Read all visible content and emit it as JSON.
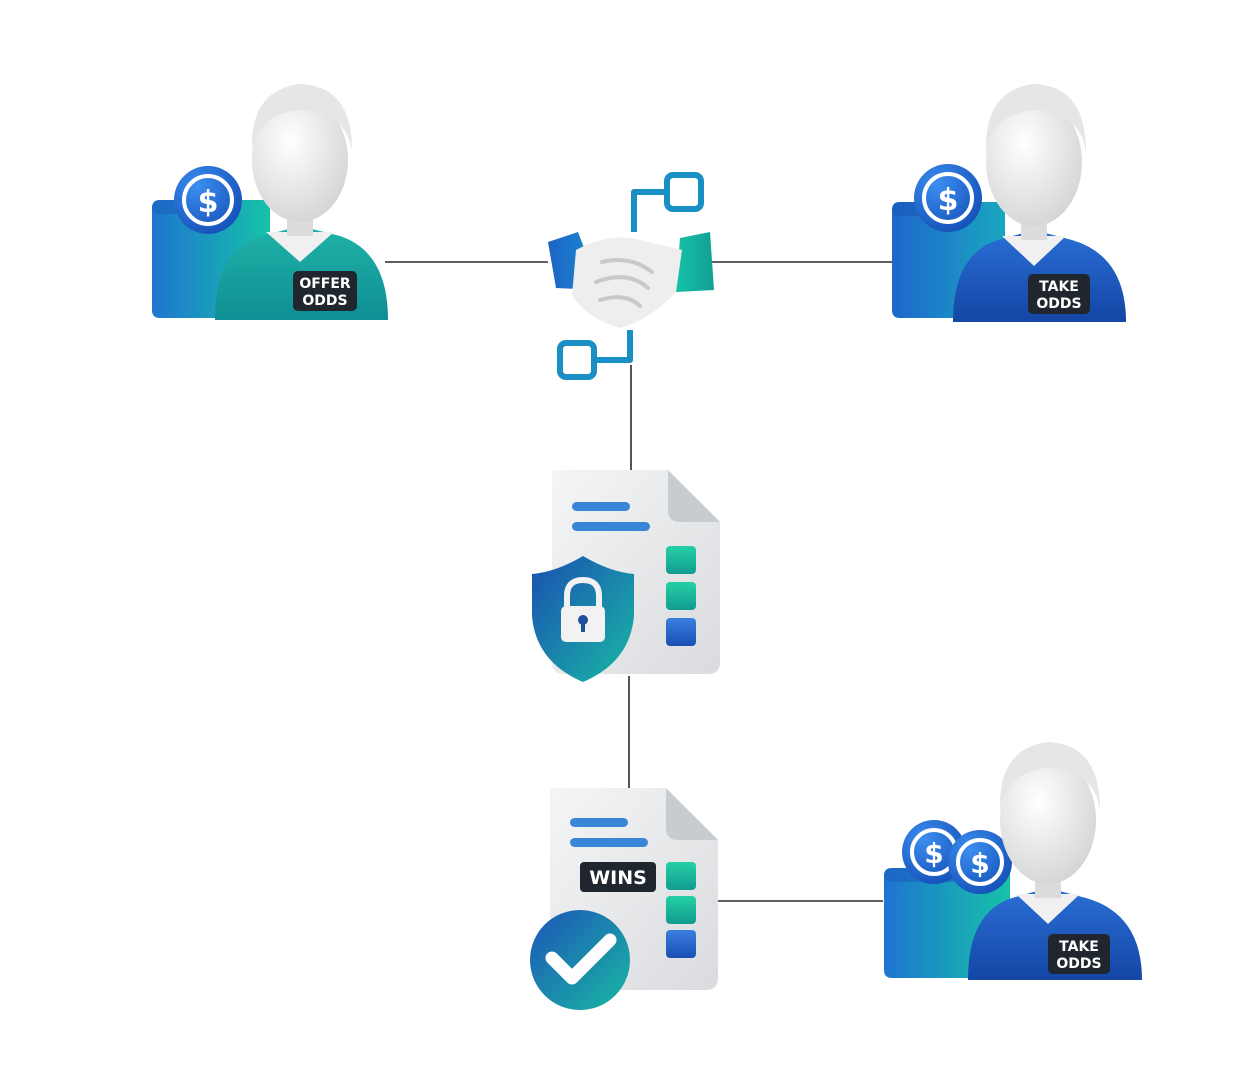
{
  "diagram": {
    "nodes": {
      "offerer": {
        "badge_line1": "OFFER",
        "badge_line2": "ODDS",
        "coins": 1
      },
      "taker": {
        "badge_line1": "TAKE",
        "badge_line2": "ODDS",
        "coins": 1
      },
      "winner": {
        "badge_line1": "TAKE",
        "badge_line2": "ODDS",
        "coins": 2
      },
      "contract": {
        "icon": "lock-shield-icon"
      },
      "result": {
        "label": "WINS",
        "icon": "checkmark-icon"
      },
      "handshake": {
        "icon": "handshake-icon"
      }
    },
    "colors": {
      "teal": "#17b5a5",
      "blue": "#1f66c9",
      "navy": "#1d4fa8",
      "badge": "#20262d",
      "line": "#2a2a2a",
      "person": "#eeeeee"
    },
    "edges": [
      {
        "from": "offerer",
        "to": "handshake"
      },
      {
        "from": "handshake",
        "to": "taker"
      },
      {
        "from": "handshake",
        "to": "contract"
      },
      {
        "from": "contract",
        "to": "result"
      },
      {
        "from": "result",
        "to": "winner"
      }
    ]
  }
}
